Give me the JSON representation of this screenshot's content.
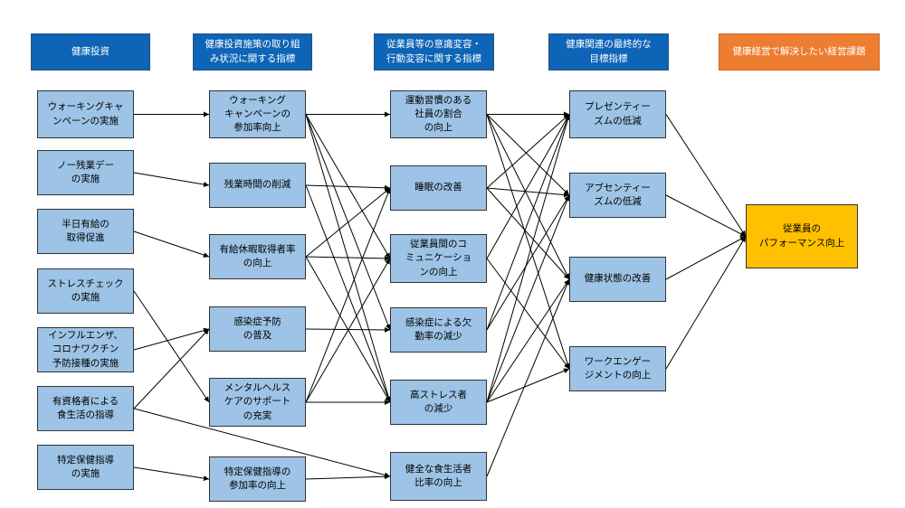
{
  "headers": [
    {
      "text": "健康投資",
      "type": "blue"
    },
    {
      "text": "健康投資施策の取り組\nみ状況に関する指標",
      "type": "blue"
    },
    {
      "text": "従業員等の意識変容・\n行動変容に関する指標",
      "type": "blue"
    },
    {
      "text": "健康関連の最終的な\n目標指標",
      "type": "blue"
    },
    {
      "text": "健康経営で解決したい経営課題",
      "type": "orange"
    }
  ],
  "nodes": {
    "a1": "ウォーキングキャ\nンペーンの実施",
    "a2": "ノー残業デー\nの実施",
    "a3": "半日有給の\n取得促進",
    "a4": "ストレスチェック\nの実施",
    "a5": "インフルエンザ、\nコロナワクチン\n予防接種の実施",
    "a6": "有資格者による\n食生活の指導",
    "a7": "特定保健指導\nの実施",
    "b1": "ウォーキング\nキャンペーンの\n参加率向上",
    "b2": "残業時間の削減",
    "b3": "有給休暇取得者率\nの向上",
    "b4": "感染症予防\nの普及",
    "b5": "メンタルヘルス\nケアのサポート\nの充実",
    "b6": "特定保健指導の\n参加率の向上",
    "c1": "運動習慣のある\n社員の割合\nの向上",
    "c2": "睡眠の改善",
    "c3": "従業員間のコ\nミュニケーショ\nンの向上",
    "c4": "感染症による欠\n勤率の減少",
    "c5": "高ストレス者\nの減少",
    "c6": "健全な食生活者\n比率の向上",
    "d1": "プレゼンティー\nズムの低減",
    "d2": "アブセンティー\nズムの低減",
    "d3": "健康状態の改善",
    "d4": "ワークエンゲー\nジメントの向上",
    "e1": "従業員の\nパフォーマンス向上"
  },
  "edges": [
    [
      "a1",
      "b1"
    ],
    [
      "a2",
      "b2"
    ],
    [
      "a3",
      "b3"
    ],
    [
      "a4",
      "b5"
    ],
    [
      "a5",
      "b4"
    ],
    [
      "a6",
      "b4"
    ],
    [
      "a6",
      "c6"
    ],
    [
      "a7",
      "b6"
    ],
    [
      "b1",
      "c1"
    ],
    [
      "b1",
      "c3"
    ],
    [
      "b1",
      "c4"
    ],
    [
      "b1",
      "c5"
    ],
    [
      "b2",
      "c2"
    ],
    [
      "b2",
      "c5"
    ],
    [
      "b3",
      "c2"
    ],
    [
      "b3",
      "c5"
    ],
    [
      "b3",
      "c3"
    ],
    [
      "b4",
      "c4"
    ],
    [
      "b5",
      "c2"
    ],
    [
      "b5",
      "c3"
    ],
    [
      "b5",
      "c5"
    ],
    [
      "b6",
      "c6"
    ],
    [
      "c1",
      "d1"
    ],
    [
      "c1",
      "d2"
    ],
    [
      "c1",
      "d3"
    ],
    [
      "c1",
      "d4"
    ],
    [
      "c2",
      "d1"
    ],
    [
      "c2",
      "d2"
    ],
    [
      "c2",
      "d3"
    ],
    [
      "c3",
      "d1"
    ],
    [
      "c3",
      "d4"
    ],
    [
      "c4",
      "d1"
    ],
    [
      "c4",
      "d2"
    ],
    [
      "c5",
      "d1"
    ],
    [
      "c5",
      "d2"
    ],
    [
      "c5",
      "d3"
    ],
    [
      "c5",
      "d4"
    ],
    [
      "c6",
      "d3"
    ],
    [
      "d1",
      "e1"
    ],
    [
      "d2",
      "e1"
    ],
    [
      "d3",
      "e1"
    ],
    [
      "d4",
      "e1"
    ]
  ]
}
